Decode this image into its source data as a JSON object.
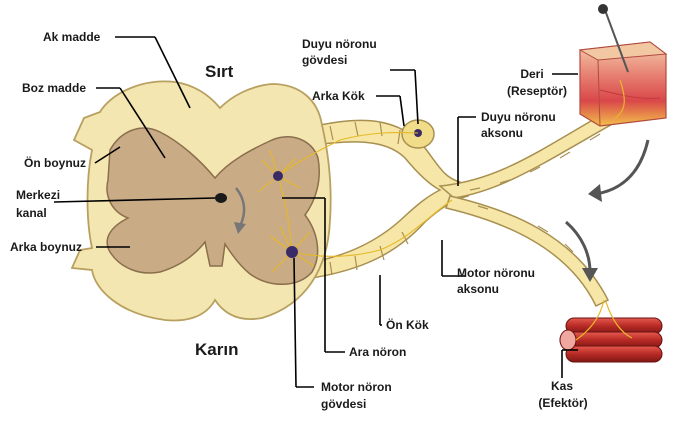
{
  "diagram": {
    "labels": {
      "ak_madde": "Ak madde",
      "boz_madde": "Boz madde",
      "on_boynuz": "Ön boynuz",
      "merkezi_kanal_1": "Merkezi",
      "merkezi_kanal_2": "kanal",
      "arka_boynuz": "Arka boynuz",
      "sirt": "Sırt",
      "karin": "Karın",
      "duyu_noronu_govdesi_1": "Duyu nöronu",
      "duyu_noronu_govdesi_2": "gövdesi",
      "arka_kok": "Arka Kök",
      "duyu_noronu_aksonu_1": "Duyu nöronu",
      "duyu_noronu_aksonu_2": "aksonu",
      "deri_1": "Deri",
      "deri_2": "(Reseptör)",
      "motor_noronu_aksonu_1": "Motor nöronu",
      "motor_noronu_aksonu_2": "aksonu",
      "on_kok": "Ön Kök",
      "ara_noron": "Ara nöron",
      "motor_noron_govdesi_1": "Motor nöron",
      "motor_noron_govdesi_2": "gövdesi",
      "kas_1": "Kas",
      "kas_2": "(Efektör)"
    },
    "colors": {
      "white_matter": "#f3e6b0",
      "grey_matter": "#c9ab86",
      "nerve": "#f6e7a8",
      "neuron": "#3a2b66",
      "dendrite": "#e6b828",
      "muscle": "#c7302a",
      "skin": "#e56a6a",
      "leader": "#000000"
    }
  }
}
